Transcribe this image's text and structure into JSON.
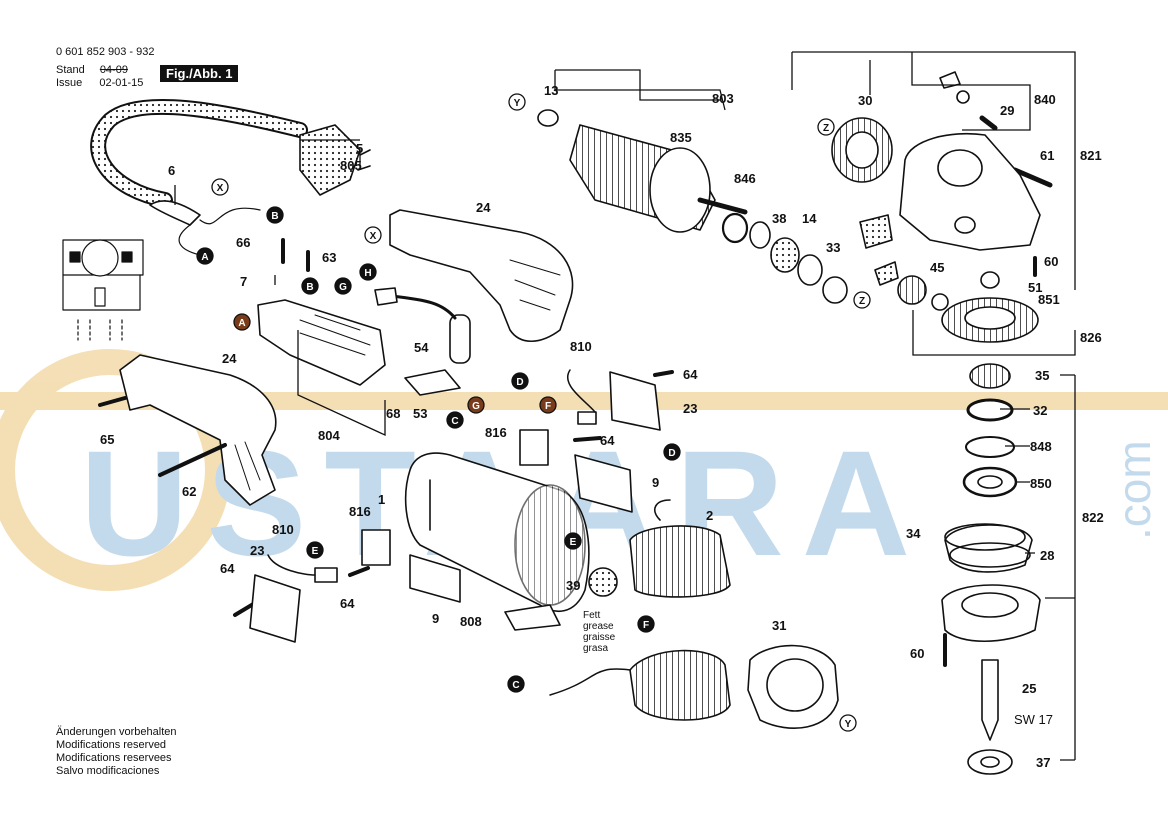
{
  "header": {
    "part_number": "0 601 852 903 - 932",
    "stand_label": "Stand",
    "stand_value": "04-09",
    "issue_label": "Issue",
    "issue_value": "02-01-15",
    "figure_label": "Fig./Abb. 1"
  },
  "watermark": {
    "text": "USTAARA",
    "suffix": ".com",
    "color_blue": "#bcd6ea",
    "color_gold": "#f3dcae"
  },
  "notes": [
    "Änderungen vorbehalten",
    "Modifications reserved",
    "Modifications reservees",
    "Salvo modificaciones"
  ],
  "grease_label": [
    "Fett",
    "grease",
    "graisse",
    "grasa"
  ],
  "wrench_label": "SW 17",
  "part_numbers": [
    "1",
    "2",
    "5",
    "6",
    "7",
    "9",
    "13",
    "14",
    "23",
    "24",
    "25",
    "28",
    "29",
    "30",
    "31",
    "32",
    "33",
    "34",
    "35",
    "37",
    "38",
    "39",
    "45",
    "51",
    "53",
    "54",
    "60",
    "61",
    "62",
    "63",
    "64",
    "65",
    "66",
    "68",
    "803",
    "804",
    "805",
    "808",
    "810",
    "816",
    "821",
    "822",
    "826",
    "835",
    "840",
    "846",
    "848",
    "850",
    "851"
  ],
  "connector_letters": [
    "A",
    "B",
    "C",
    "D",
    "E",
    "F",
    "G",
    "H",
    "X",
    "Y",
    "Z"
  ]
}
